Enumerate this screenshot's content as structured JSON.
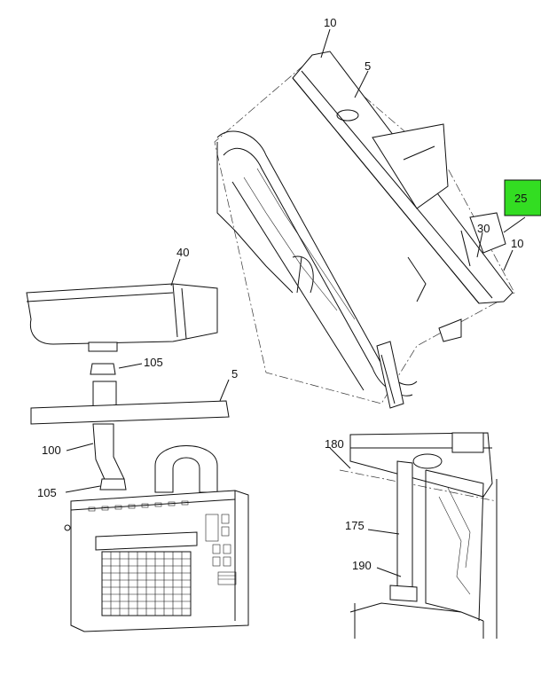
{
  "callouts": {
    "c10_top": "10",
    "c5_top": "5",
    "c25": "25",
    "c30": "30",
    "c10_right": "10",
    "c40": "40",
    "c105_top": "105",
    "c5_mid": "5",
    "c100": "100",
    "c105_bottom": "105",
    "c180": "180",
    "c175": "175",
    "c190": "190"
  },
  "colors": {
    "highlight": "#33dd22",
    "line": "#111111"
  }
}
